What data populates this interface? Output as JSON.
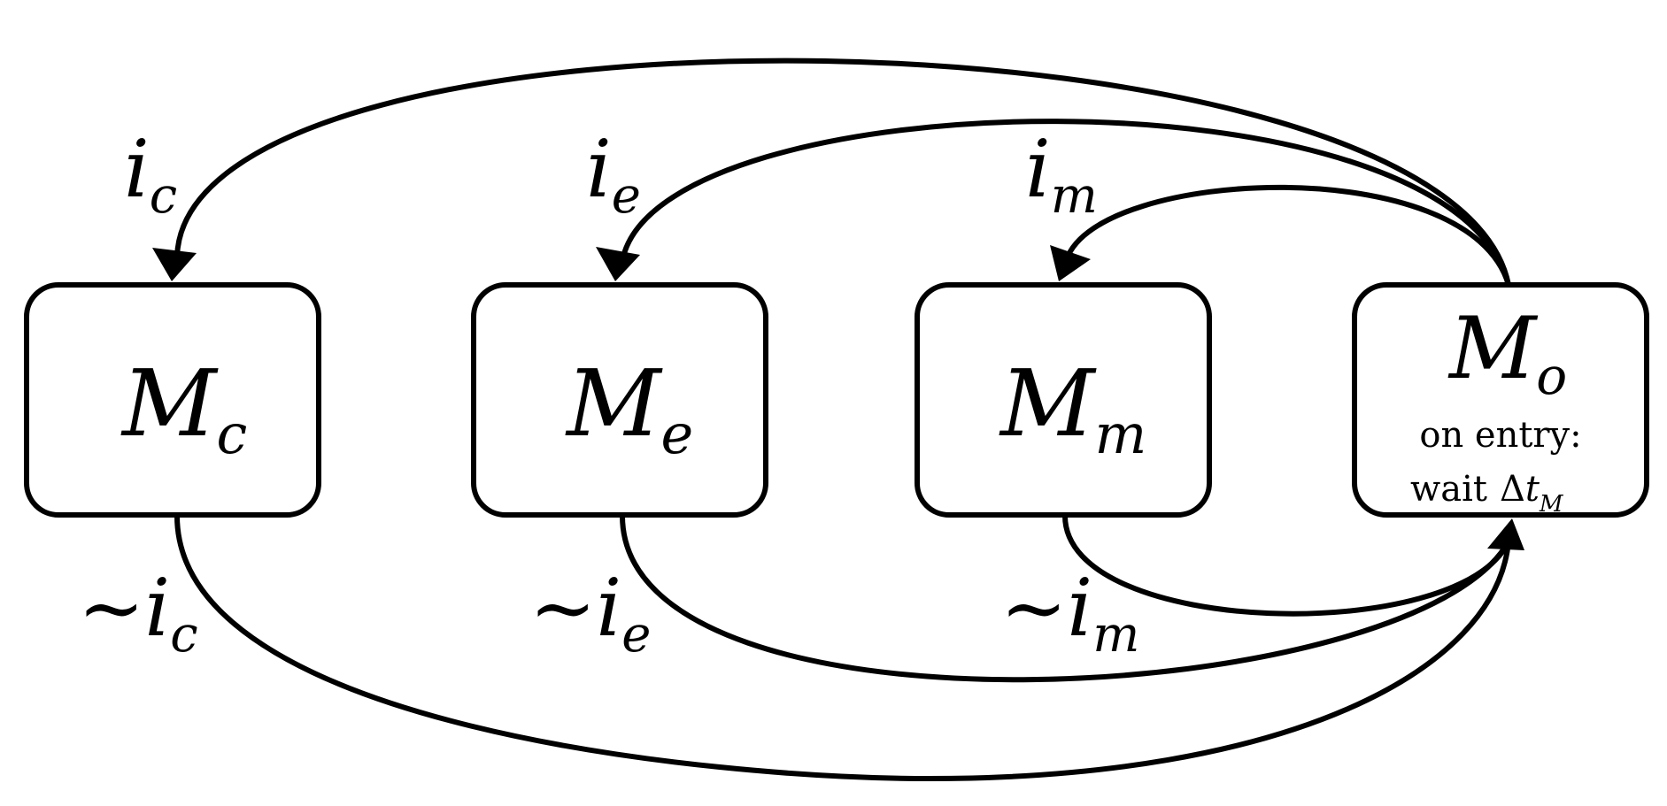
{
  "colors": {
    "stroke": "#000000",
    "background": "#ffffff"
  },
  "states": {
    "mc": {
      "main": "M",
      "sub": "c"
    },
    "me": {
      "main": "M",
      "sub": "e"
    },
    "mm": {
      "main": "M",
      "sub": "m"
    },
    "mo": {
      "main": "M",
      "sub": "o",
      "entry_line1": "on entry:",
      "entry_wait": "wait",
      "entry_delta": "Δ",
      "entry_t": "t",
      "entry_tsub": "M"
    }
  },
  "transitions": {
    "to_mc": {
      "main": "i",
      "sub": "c"
    },
    "to_me": {
      "main": "i",
      "sub": "e"
    },
    "to_mm": {
      "main": "i",
      "sub": "m"
    },
    "from_mc": {
      "tilde": "~",
      "main": "i",
      "sub": "c"
    },
    "from_me": {
      "tilde": "~",
      "main": "i",
      "sub": "e"
    },
    "from_mm": {
      "tilde": "~",
      "main": "i",
      "sub": "m"
    }
  }
}
